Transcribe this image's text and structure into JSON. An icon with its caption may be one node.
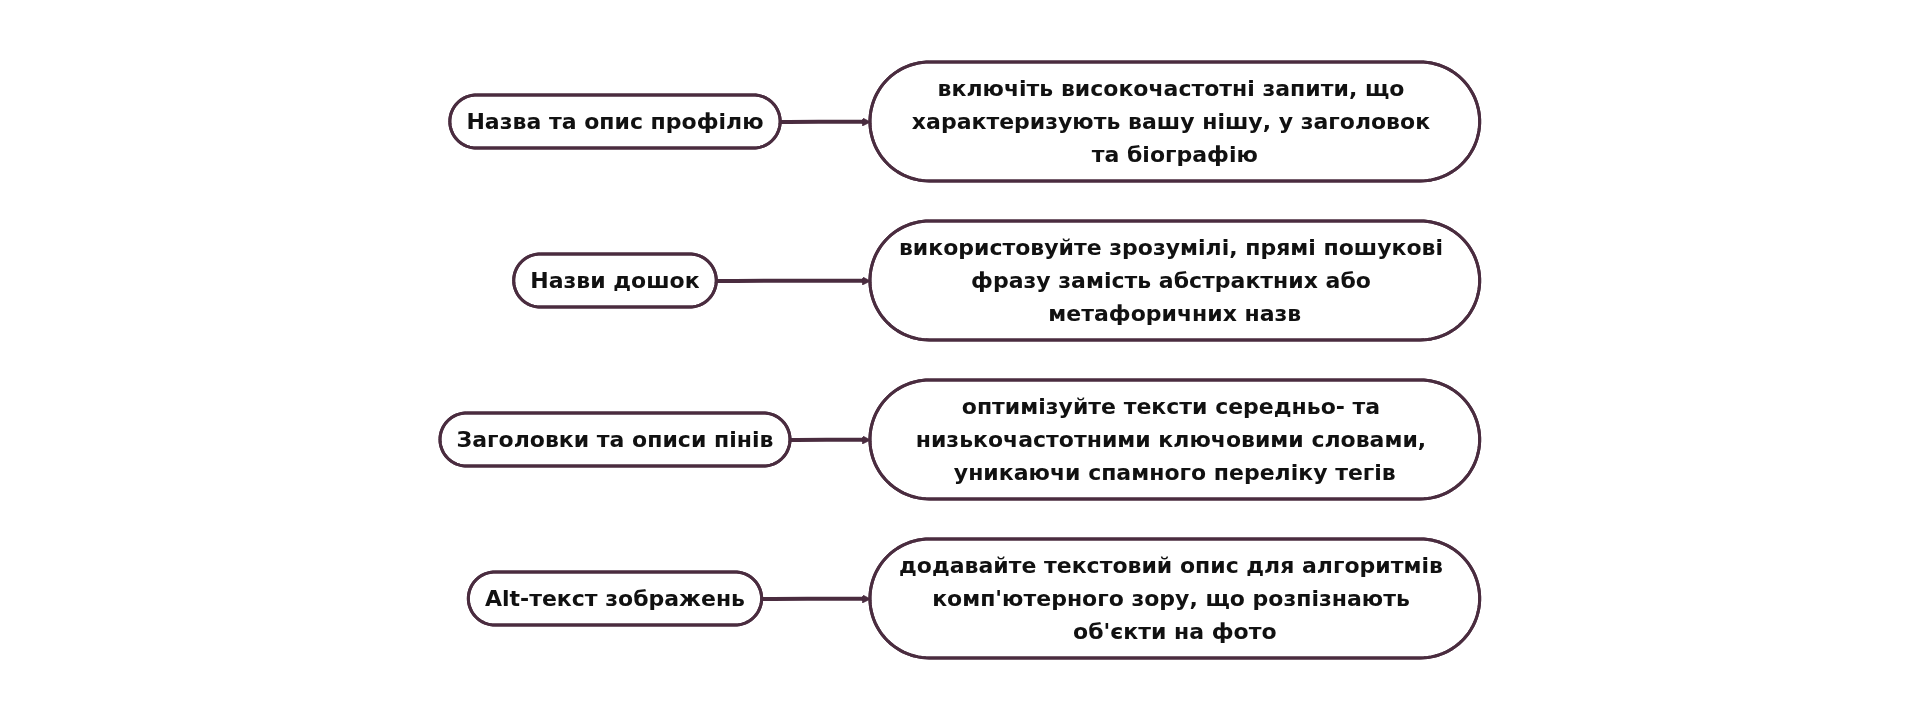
{
  "diagram": {
    "nodes": [
      {
        "text": [
          "Назва та опис профілю"
        ]
      },
      {
        "text": [
          "включіть високочастотні запити, що характеризують вашу нішу, у заголовок та біографію"
        ]
      },
      {
        "text": [
          "Назви дошок"
        ]
      },
      {
        "text": [
          "використовуйте зрозумілі, прямі пошукові фразу замість абстрактних або метафоричних назв"
        ]
      },
      {
        "text": [
          "Заголовки та описи пінів"
        ]
      },
      {
        "text": [
          "оптимізуйте тексти середньо- та низькочастотними ключовими словами, уникаючи спамного переліку тегів"
        ]
      },
      {
        "text": [
          "Alt-текст зображень"
        ]
      },
      {
        "text": [
          "додавайте текстовий опис для алгоритмів комп'ютерного зору, що розпізнають об'єкти на фото"
        ]
      }
    ],
    "edges": [
      {
        "from": 0,
        "to": 1,
        "arrow": "to"
      },
      {
        "from": 2,
        "to": 3,
        "arrow": "to"
      },
      {
        "from": 4,
        "to": 5,
        "arrow": "to"
      },
      {
        "from": 6,
        "to": 7,
        "arrow": "to"
      }
    ]
  }
}
